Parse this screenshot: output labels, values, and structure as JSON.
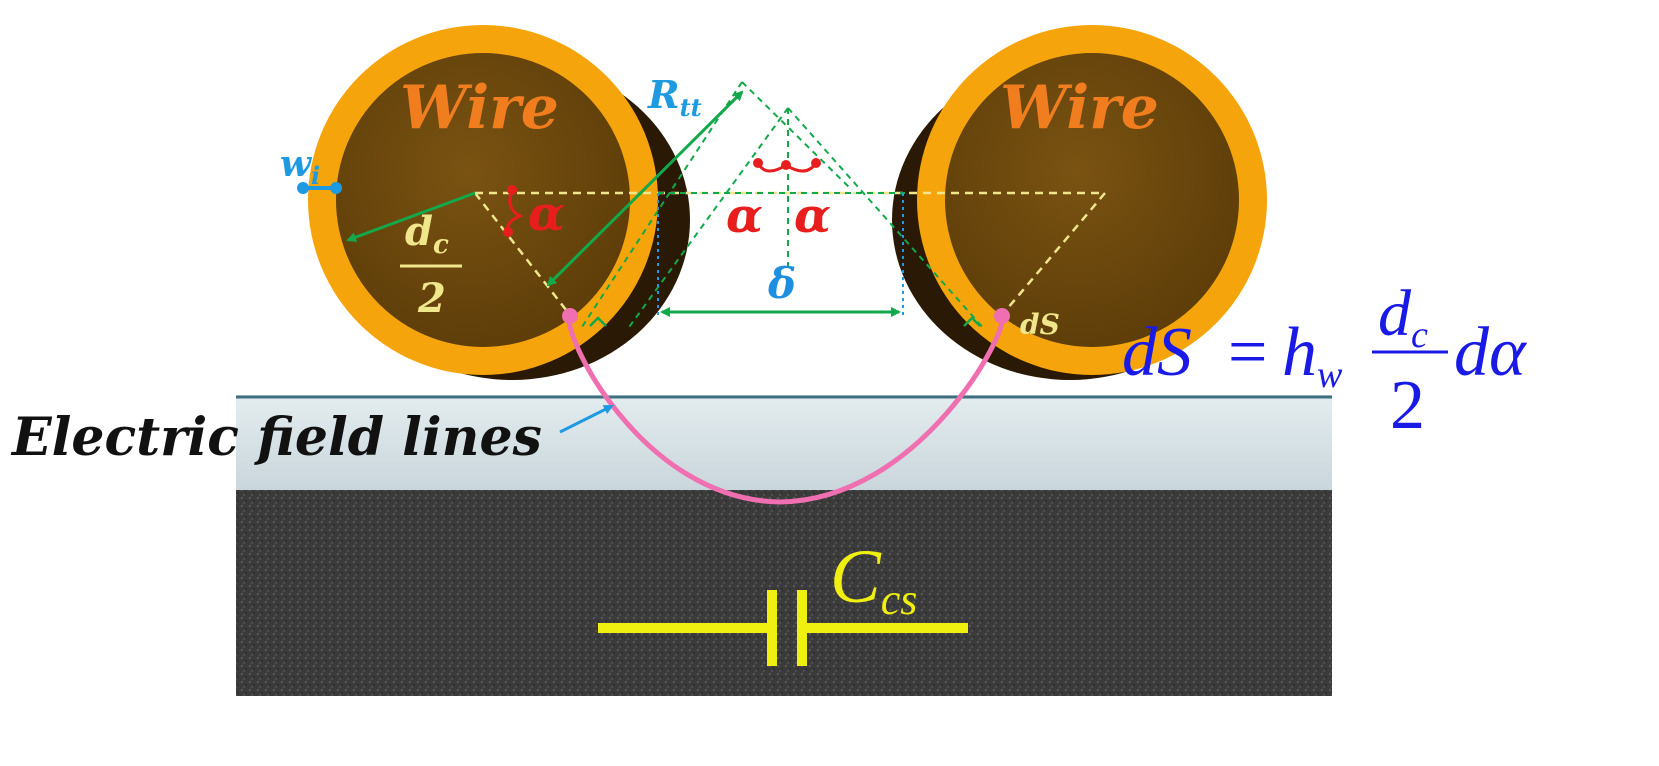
{
  "labels": {
    "wire_left": "Wire",
    "wire_right": "Wire",
    "insulation_thickness_base": "w",
    "insulation_thickness_sub": "i",
    "turn_distance_base": "R",
    "turn_distance_sub": "tt",
    "half_diameter_num_base": "d",
    "half_diameter_num_sub": "c",
    "half_diameter_den": "2",
    "angle_left": "α",
    "angle_mid_left": "α",
    "angle_mid_right": "α",
    "gap": "δ",
    "ds_label": "dS",
    "field_lines": "Electric field lines",
    "capacitance_base": "C",
    "capacitance_sub": "cs"
  },
  "formula": {
    "lhs": "dS",
    "equals": "=",
    "h": "h",
    "h_sub": "w",
    "frac_num_base": "d",
    "frac_num_sub": "c",
    "frac_den": "2",
    "tail": "dα"
  },
  "colors": {
    "wire_core": "#6e4a0e",
    "wire_insulation": "#f5a40c",
    "wire_label": "#f07d1e",
    "insulation_label": "#1e9be0",
    "angle": "#e81e1e",
    "dimension_green": "#13a84a",
    "half_diameter": "#f0e68c",
    "formula_blue": "#1a1ae6",
    "field_line": "#f06fb0",
    "field_label": "#111111",
    "gap_label": "#1e8fe0",
    "insulating_layer": "#d6e2e6",
    "substrate": "#3a3a3a",
    "capacitor": "#f0f010"
  }
}
